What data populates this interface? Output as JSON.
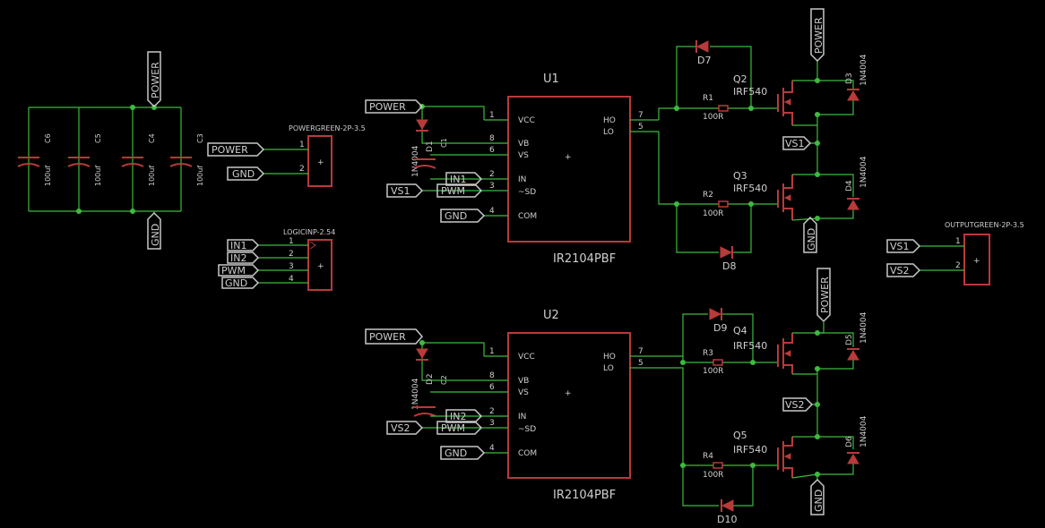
{
  "colors": {
    "background": "#000000",
    "wire": "#3dbb3d",
    "part": "#b83a3a",
    "text": "#cfcfcf",
    "label_frame": "#c8c8c8"
  },
  "power_section": {
    "caps": [
      {
        "name": "C6",
        "value": "100uf"
      },
      {
        "name": "C5",
        "value": "100uf"
      },
      {
        "name": "C4",
        "value": "100uf"
      },
      {
        "name": "C3",
        "value": "100uf"
      }
    ],
    "power_label": "POWER",
    "gnd_label": "GND"
  },
  "power_connector": {
    "name": "POWERGREEN-2P-3.5",
    "pins": [
      "1",
      "2"
    ],
    "labels": [
      "POWER",
      "GND"
    ],
    "mark": "+"
  },
  "logic_connector": {
    "name": "LOGICINP-2.54",
    "pins": [
      "1",
      "2",
      "3",
      "4"
    ],
    "labels": [
      "IN1",
      "IN2",
      "PWM",
      "GND"
    ],
    "mark": "+"
  },
  "output_connector": {
    "name": "OUTPUTGREEN-2P-3.5",
    "pins": [
      "1",
      "2"
    ],
    "labels": [
      "VS1",
      "VS2"
    ],
    "mark": "+"
  },
  "drivers": [
    {
      "ref": "U1",
      "part": "IR2104PBF",
      "pins": {
        "vcc": "VCC",
        "vb": "VB",
        "vs": "VS",
        "in": "IN",
        "sd": "~SD",
        "com": "COM",
        "ho": "HO",
        "lo": "LO"
      },
      "pin_numbers": {
        "vcc": "1",
        "vb": "8",
        "vs": "6",
        "in": "2",
        "sd": "3",
        "com": "4",
        "ho": "7",
        "lo": "5"
      },
      "power_label": "POWER",
      "vs_label": "VS1",
      "in_label": "IN1",
      "pwm_label": "PWM",
      "gnd_label": "GND",
      "boot_diode": {
        "name": "D1",
        "value": "1N4004"
      },
      "boot_cap": {
        "name": "C1"
      },
      "mark": "+"
    },
    {
      "ref": "U2",
      "part": "IR2104PBF",
      "pins": {
        "vcc": "VCC",
        "vb": "VB",
        "vs": "VS",
        "in": "IN",
        "sd": "~SD",
        "com": "COM",
        "ho": "HO",
        "lo": "LO"
      },
      "pin_numbers": {
        "vcc": "1",
        "vb": "8",
        "vs": "6",
        "in": "2",
        "sd": "3",
        "com": "4",
        "ho": "7",
        "lo": "5"
      },
      "power_label": "POWER",
      "vs_label": "VS2",
      "in_label": "IN2",
      "pwm_label": "PWM",
      "gnd_label": "GND",
      "boot_diode": {
        "name": "D2",
        "value": "1N4004"
      },
      "boot_cap": {
        "name": "C2"
      },
      "mark": "+"
    }
  ],
  "bridges": [
    {
      "high": {
        "name": "Q2",
        "value": "IRF540"
      },
      "low": {
        "name": "Q3",
        "value": "IRF540"
      },
      "gate_res_high": {
        "name": "R1",
        "value": "100R"
      },
      "gate_res_low": {
        "name": "R2",
        "value": "100R"
      },
      "gate_diode_high": {
        "name": "D7"
      },
      "gate_diode_low": {
        "name": "D8"
      },
      "fly_high": {
        "name": "D3",
        "value": "1N4004"
      },
      "fly_low": {
        "name": "D4",
        "value": "1N4004"
      },
      "power_label": "POWER",
      "vs_label": "VS1",
      "gnd_label": "GND"
    },
    {
      "high": {
        "name": "Q4",
        "value": "IRF540"
      },
      "low": {
        "name": "Q5",
        "value": "IRF540"
      },
      "gate_res_high": {
        "name": "R3",
        "value": "100R"
      },
      "gate_res_low": {
        "name": "R4",
        "value": "100R"
      },
      "gate_diode_high": {
        "name": "D9"
      },
      "gate_diode_low": {
        "name": "D10"
      },
      "fly_high": {
        "name": "D5",
        "value": "1N4004"
      },
      "fly_low": {
        "name": "D6",
        "value": "1N4004"
      },
      "power_label": "POWER",
      "vs_label": "VS2",
      "gnd_label": "GND"
    }
  ]
}
